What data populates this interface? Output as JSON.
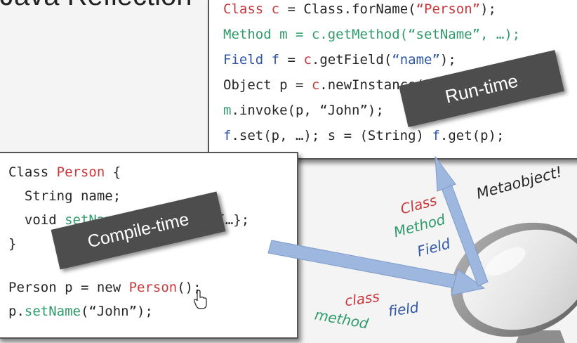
{
  "slide": {
    "title": "Java Reflection"
  },
  "runtime_code": {
    "line1": {
      "type": "Class",
      "var": "c",
      "mid": " = Class.forName(",
      "arg": "“Person”",
      "end": ");"
    },
    "line2": {
      "text": "Method m = c.getMethod(“setName”, …);"
    },
    "line3": {
      "type": "Field",
      "var": "f",
      "mid": " = ",
      "recv": "c",
      "call": ".getField(",
      "arg": "“name”",
      "end": ");"
    },
    "line4": {
      "pre": "Object p = ",
      "recv": "c",
      "call": ".newInstance();"
    },
    "line5": {
      "recv": "m",
      "call": ".invoke(p, “John”);"
    },
    "line6": {
      "recv1": "f",
      "mid1": ".set(p, …); s = (String) ",
      "recv2": "f",
      "end": ".get(p);"
    }
  },
  "compile_code": {
    "line1": {
      "kw": "Class ",
      "name": "Person",
      "end": " {"
    },
    "line2": {
      "text": "  String name;"
    },
    "line3": {
      "pre": "  void ",
      "method": "setName",
      "end": "(String nm) {…};"
    },
    "line4": {
      "text": "}"
    },
    "line6": {
      "pre": "Person p = new ",
      "name": "Person",
      "end": "();"
    },
    "line7": {
      "recv": "p.",
      "method": "setName",
      "end": "(“John”);"
    }
  },
  "labels": {
    "runtime": "Run-time",
    "compile": "Compile-time",
    "metaobject": "Metaobject!",
    "meta_class": "Class",
    "meta_method": "Method",
    "meta_field": "Field",
    "base_class": "class",
    "base_method": "method",
    "base_field": "field"
  },
  "colors": {
    "red": "#c8393c",
    "green": "#2f9b6a",
    "blue": "#2f56a8",
    "arrow": "#9db7de"
  },
  "icons": {
    "cursor": "hand-pointer-icon",
    "mirror": "mirror-icon"
  }
}
